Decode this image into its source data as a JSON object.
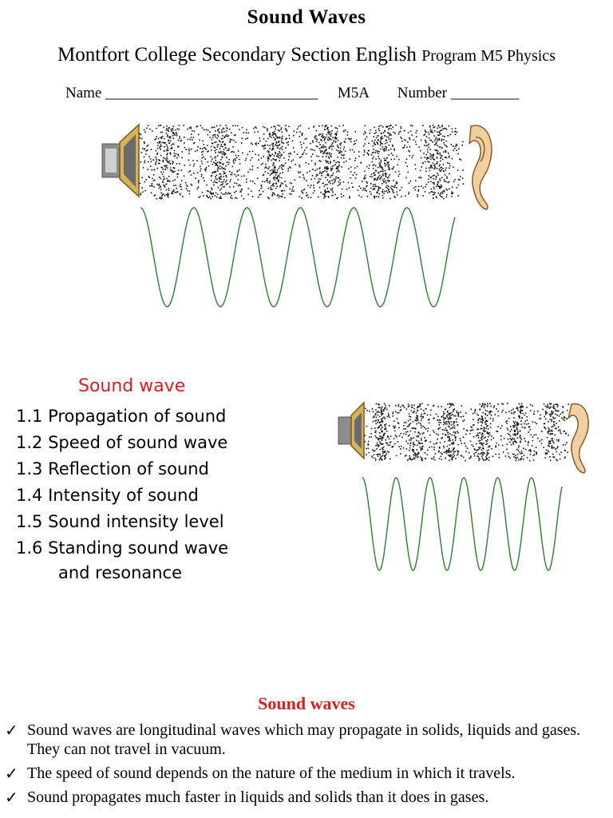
{
  "header": {
    "title": "Sound Waves",
    "subtitle_main": "Montfort College Secondary Section English ",
    "subtitle_small": "Program M5 Physics",
    "name_label": "Name ____________________________",
    "class_label": "M5A",
    "number_label": "Number _________"
  },
  "topics": {
    "heading": "Sound wave",
    "items": [
      "1.1 Propagation of sound",
      "1.2 Speed of sound wave",
      "1.3 Reflection of sound",
      "1.4 Intensity of sound",
      "1.5 Sound intensity level",
      "1.6 Standing sound wave"
    ],
    "item_continuation": "and resonance"
  },
  "section": {
    "heading": "Sound waves",
    "check_symbol": "✓",
    "bullets": [
      "Sound waves are longitudinal waves which may propagate in solids, liquids and gases. They can not travel in vacuum.",
      " The speed of sound depends on the nature of the medium in which it travels.",
      "Sound propagates much faster in liquids and solids than it does in gases."
    ]
  },
  "colors": {
    "heading_red": "#e11b1b",
    "wave_green": "#2f7d2a",
    "speaker_gold": "#b8922e",
    "ear_tan": "#e8c08e"
  },
  "icons": [
    "speaker-icon",
    "ear-icon"
  ]
}
